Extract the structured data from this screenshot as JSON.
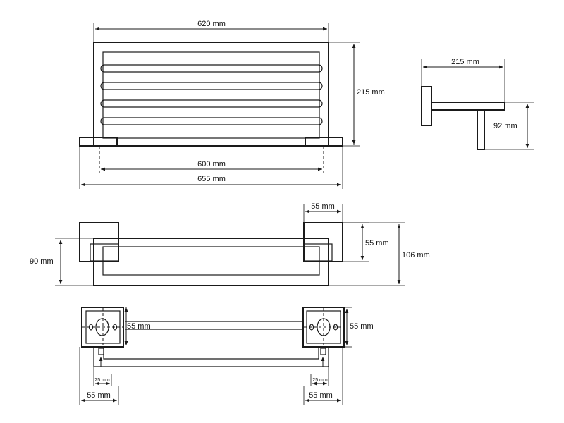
{
  "front_view": {
    "width_top": "620 mm",
    "height": "215 mm",
    "mount_spacing": "600 mm",
    "overall_width": "655 mm"
  },
  "side_view": {
    "depth": "215 mm",
    "leg_height": "92 mm"
  },
  "top_view": {
    "plate_width": "55 mm",
    "plate_height": "55 mm",
    "rail_height": "106 mm",
    "projection": "90 mm"
  },
  "back_view": {
    "plate_width_left": "55 mm",
    "plate_height_right": "55 mm",
    "screw_offset_left": "25 mm",
    "screw_offset_right": "25 mm",
    "base_left": "55 mm",
    "base_right": "55 mm"
  }
}
